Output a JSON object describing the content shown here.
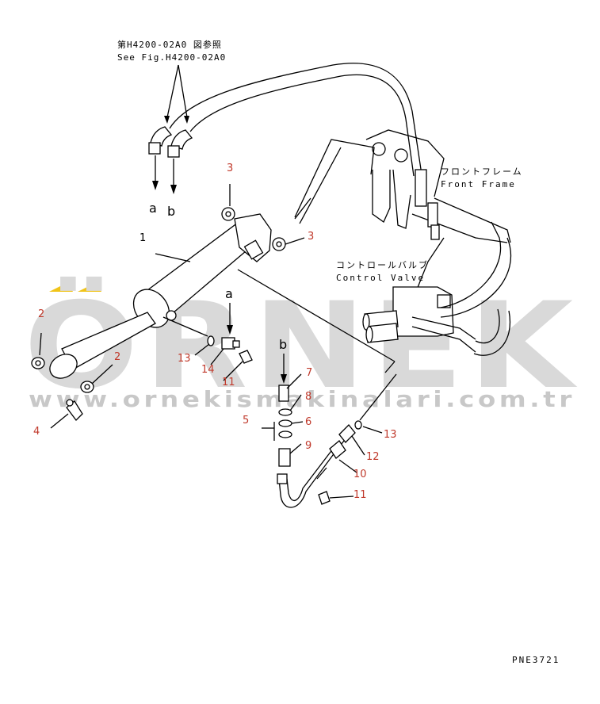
{
  "reference_note": {
    "japanese": "第H4200-02A0 図参照",
    "english": "See Fig.H4200-02A0"
  },
  "assembly_labels": {
    "front_frame_jp": "フロントフレーム",
    "front_frame_en": "Front Frame",
    "control_valve_jp": "コントロールバルブ",
    "control_valve_en": "Control Valve"
  },
  "connection_letters": {
    "a_top": "a",
    "b_top": "b",
    "a_mid": "a",
    "b_mid": "b"
  },
  "part_numbers": [
    {
      "id": "p1",
      "text": "1"
    },
    {
      "id": "p2a",
      "text": "2"
    },
    {
      "id": "p2b",
      "text": "2"
    },
    {
      "id": "p3a",
      "text": "3"
    },
    {
      "id": "p3b",
      "text": "3"
    },
    {
      "id": "p4",
      "text": "4"
    },
    {
      "id": "p5",
      "text": "5"
    },
    {
      "id": "p6",
      "text": "6"
    },
    {
      "id": "p7",
      "text": "7"
    },
    {
      "id": "p8",
      "text": "8"
    },
    {
      "id": "p9",
      "text": "9"
    },
    {
      "id": "p10",
      "text": "10"
    },
    {
      "id": "p11a",
      "text": "11"
    },
    {
      "id": "p11b",
      "text": "11"
    },
    {
      "id": "p12",
      "text": "12"
    },
    {
      "id": "p13a",
      "text": "13"
    },
    {
      "id": "p13b",
      "text": "13"
    },
    {
      "id": "p14",
      "text": "14"
    }
  ],
  "watermark": {
    "big": "ÖRNEK",
    "url": "www.ornekismakinalari.com.tr"
  },
  "drawing_code": "PNE3721",
  "colors": {
    "part_number_black": "#000000",
    "part_number_red": "#c0392b",
    "watermark_gray": "#d9d9d9",
    "watermark_accent": "#f0c419"
  }
}
